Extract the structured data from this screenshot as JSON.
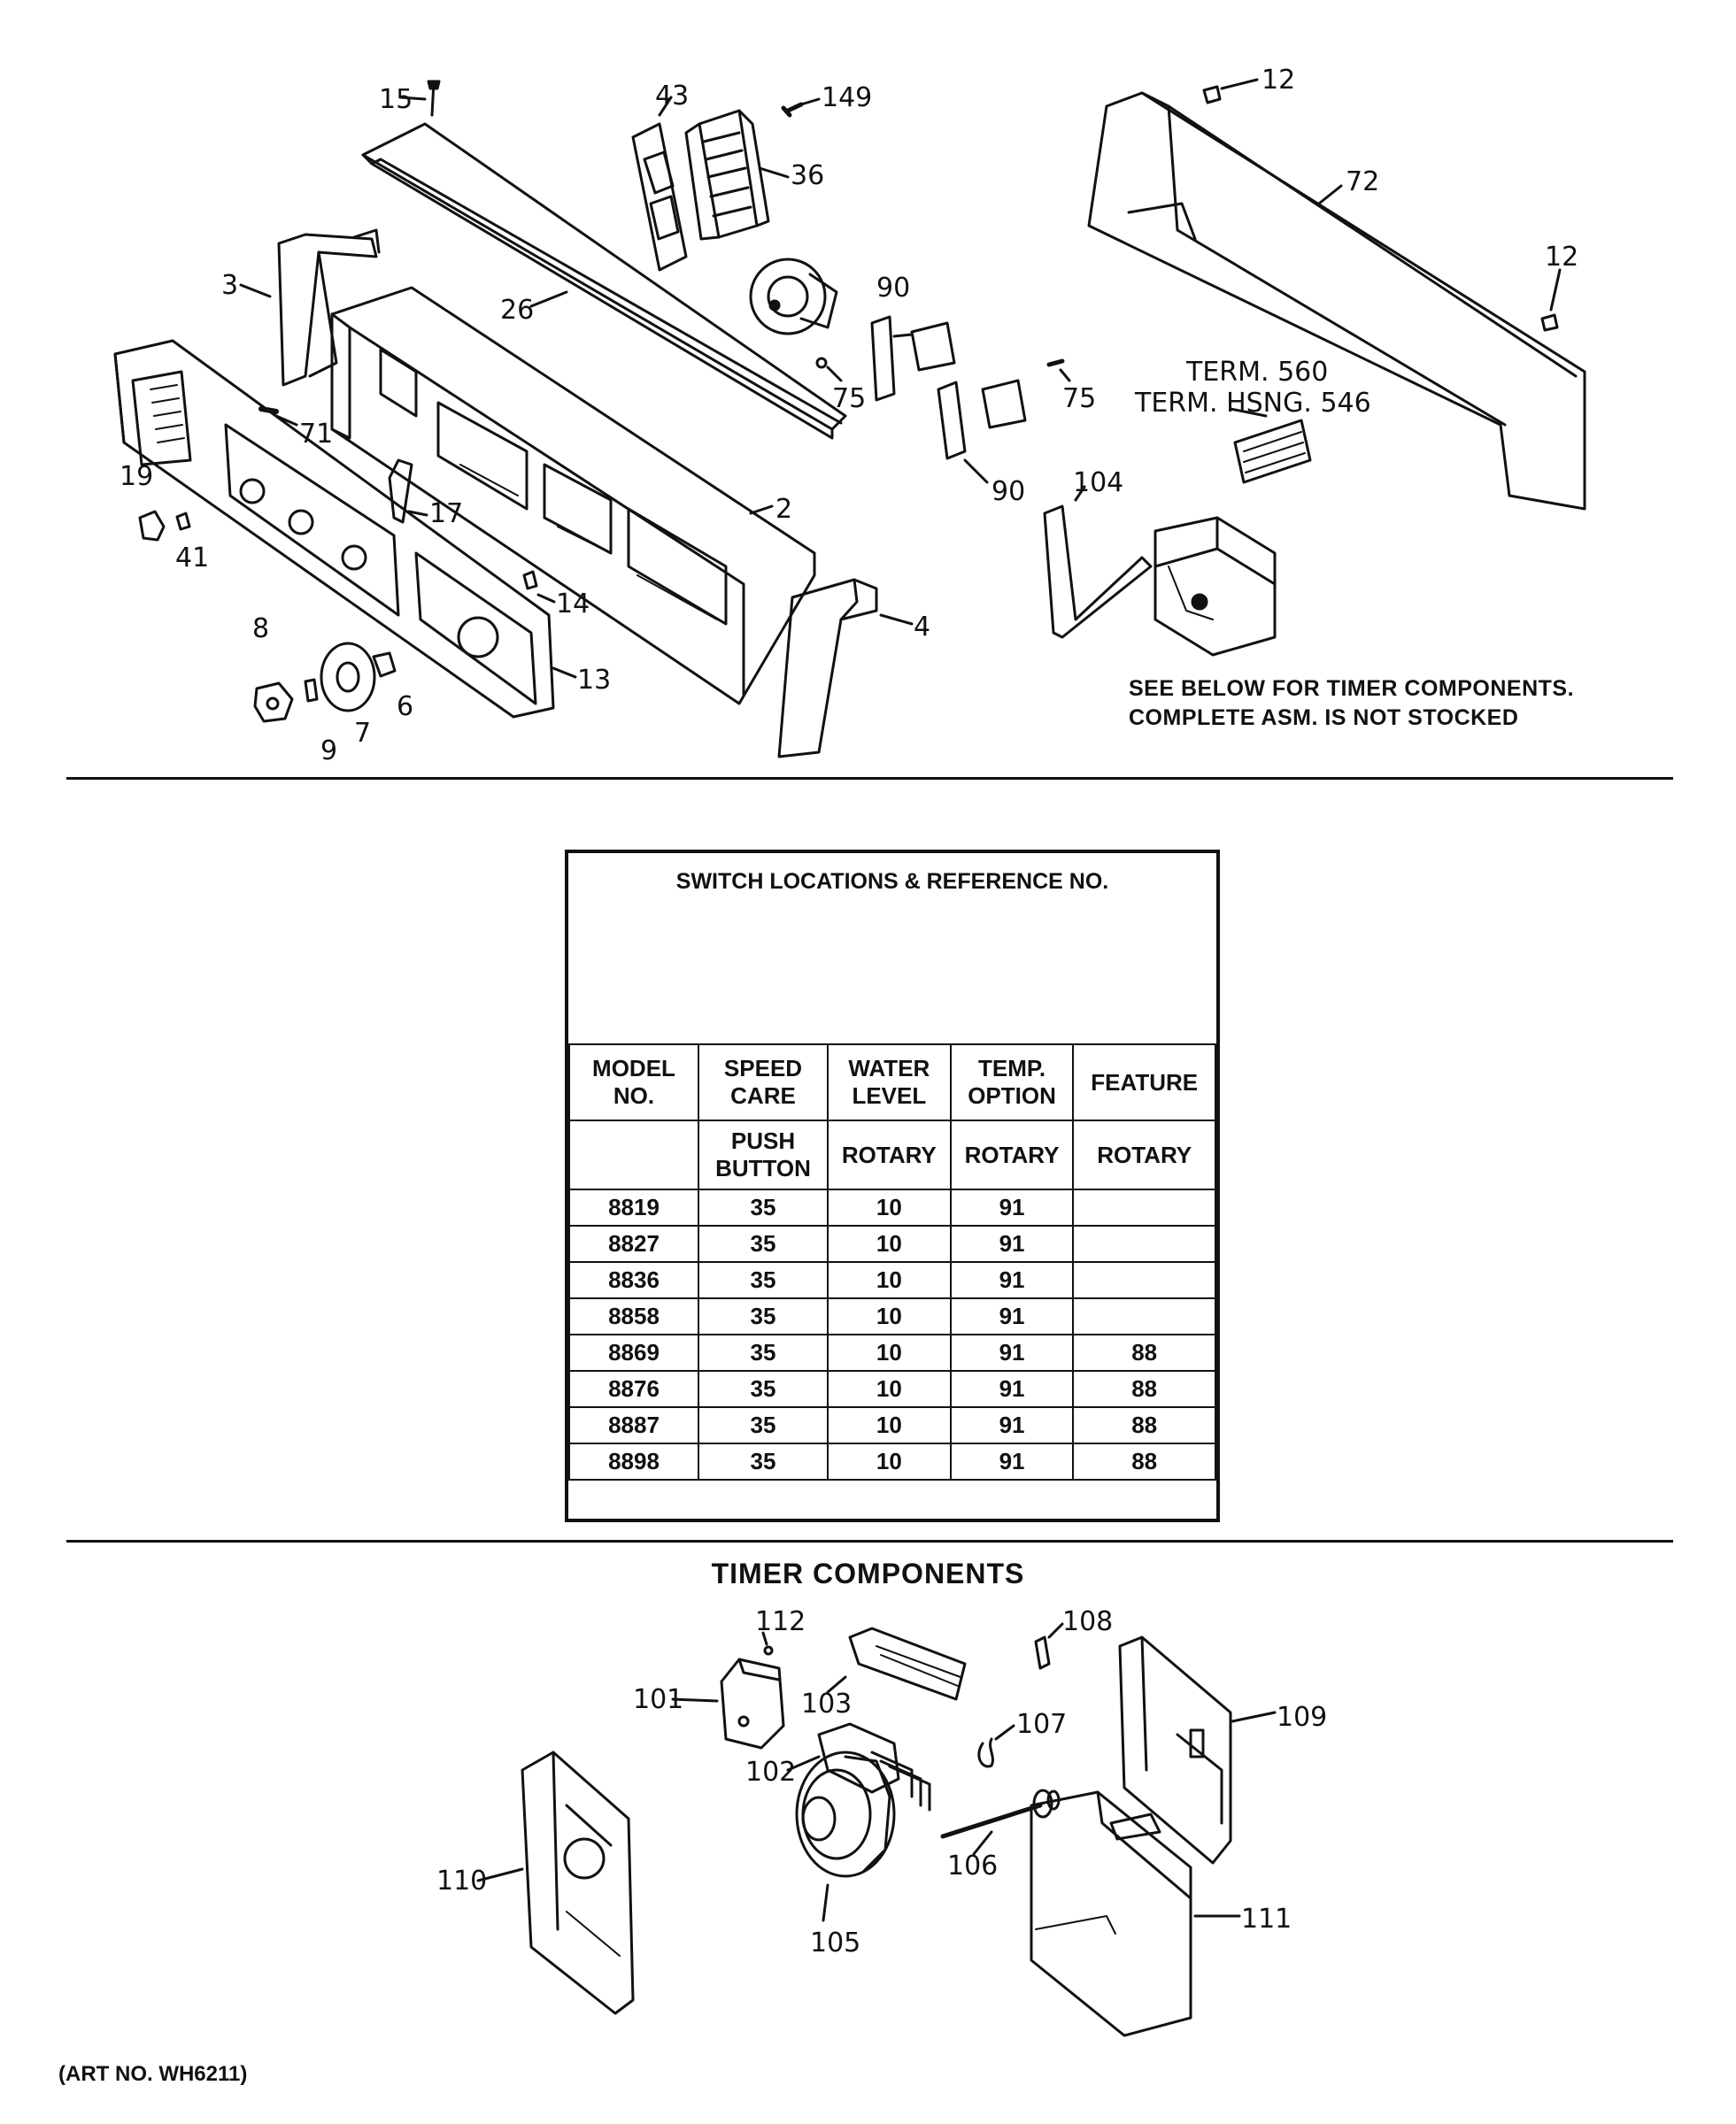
{
  "callouts_top": [
    "15",
    "43",
    "149",
    "36",
    "12",
    "72",
    "12",
    "3",
    "26",
    "90",
    "75",
    "75",
    "TERM. 560",
    "TERM. HSNG. 546",
    "71",
    "19",
    "41",
    "17",
    "2",
    "90",
    "104",
    "14",
    "8",
    "4",
    "6",
    "13",
    "9",
    "7"
  ],
  "timer_note": [
    "SEE BELOW FOR TIMER COMPONENTS.",
    "COMPLETE ASM. IS NOT STOCKED"
  ],
  "switch_table": {
    "title": "SWITCH LOCATIONS & REFERENCE NO.",
    "headers": [
      [
        "MODEL",
        "NO."
      ],
      [
        "SPEED",
        "CARE"
      ],
      [
        "WATER",
        "LEVEL"
      ],
      [
        "TEMP.",
        "OPTION"
      ],
      [
        "FEATURE"
      ]
    ],
    "types": [
      "",
      "PUSH BUTTON",
      "ROTARY",
      "ROTARY",
      "ROTARY"
    ],
    "rows": [
      [
        "8819",
        "35",
        "10",
        "91",
        ""
      ],
      [
        "8827",
        "35",
        "10",
        "91",
        ""
      ],
      [
        "8836",
        "35",
        "10",
        "91",
        ""
      ],
      [
        "8858",
        "35",
        "10",
        "91",
        ""
      ],
      [
        "8869",
        "35",
        "10",
        "91",
        "88"
      ],
      [
        "8876",
        "35",
        "10",
        "91",
        "88"
      ],
      [
        "8887",
        "35",
        "10",
        "91",
        "88"
      ],
      [
        "8898",
        "35",
        "10",
        "91",
        "88"
      ]
    ]
  },
  "timer_section": {
    "title": "TIMER COMPONENTS",
    "callouts": [
      "112",
      "108",
      "101",
      "103",
      "109",
      "107",
      "102",
      "110",
      "106",
      "111",
      "105"
    ]
  },
  "art_number": "(ART NO. WH6211)"
}
